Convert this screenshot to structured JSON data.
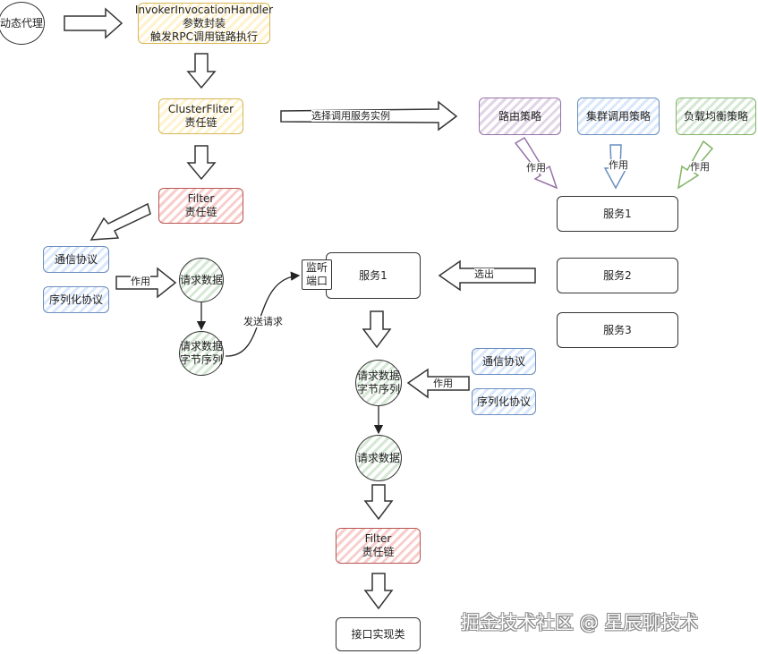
{
  "nodes": {
    "dynamic_proxy": "动态代理",
    "invoker_handler": {
      "line1": "InvokerInvocationHandler",
      "line2": "参数封装",
      "line3": "触发RPC调用链路执行"
    },
    "cluster_filter": {
      "line1": "ClusterFliter",
      "line2": "责任链"
    },
    "filter_top": {
      "line1": "Filter",
      "line2": "责任链"
    },
    "route_strategy": "路由策略",
    "cluster_invoke_strategy": "集群调用策略",
    "load_balance_strategy": "负载均衡策略",
    "service1_right": "服务1",
    "service2_right": "服务2",
    "service3_right": "服务3",
    "comm_protocol_left": "通信协议",
    "serialize_protocol_left": "序列化协议",
    "request_data_left": "请求数据",
    "request_bytes_left": {
      "line1": "请求数据",
      "line2": "字节序列"
    },
    "listen_port": {
      "line1": "监听",
      "line2": "端口"
    },
    "service1_center": "服务1",
    "comm_protocol_right": "通信协议",
    "serialize_protocol_right": "序列化协议",
    "request_bytes_center": {
      "line1": "请求数据",
      "line2": "字节序列"
    },
    "request_data_center": "请求数据",
    "filter_bottom": {
      "line1": "Filter",
      "line2": "责任链"
    },
    "impl_class": "接口实现类"
  },
  "edge_labels": {
    "select_instance": "选择调用服务实例",
    "apply_route": "作用",
    "apply_cluster": "作用",
    "apply_lb": "作用",
    "apply_left": "作用",
    "send_request": "发送请求",
    "select_out": "选出",
    "apply_right": "作用"
  },
  "watermark": "掘金技术社区 @ 星辰聊技术"
}
